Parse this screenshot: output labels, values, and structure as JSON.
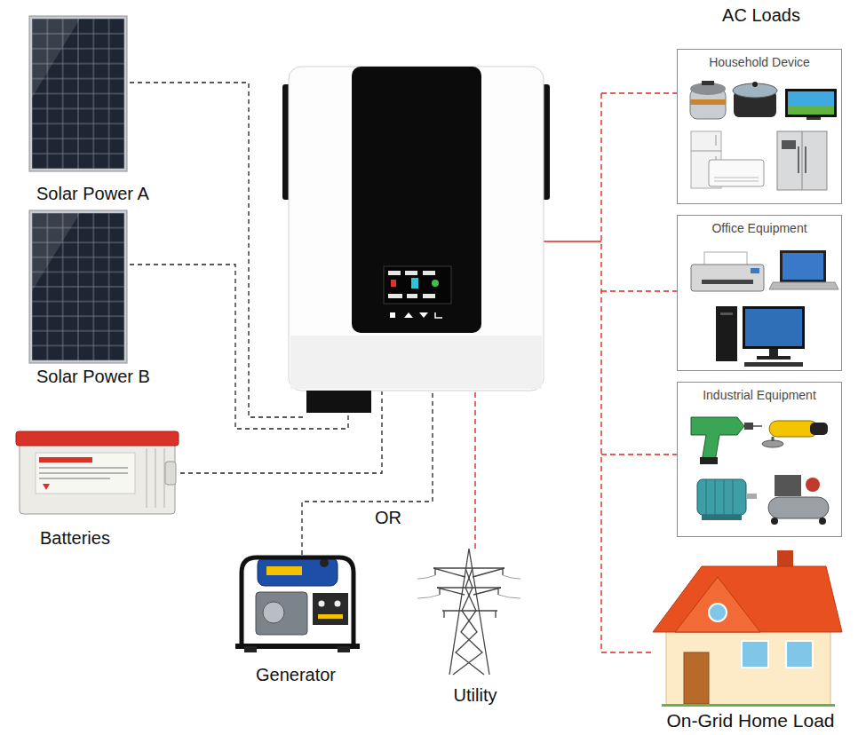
{
  "diagram": {
    "nodes": [
      {
        "text": [
          "Solar Power A"
        ]
      },
      {
        "text": [
          "Solar Power B"
        ]
      },
      {
        "text": [
          "Batteries"
        ]
      },
      {
        "text": [
          "Generator"
        ]
      },
      {
        "text": [
          "Utility"
        ]
      },
      {
        "text": [
          "Household Device"
        ]
      },
      {
        "text": [
          "Office Equipment"
        ]
      },
      {
        "text": [
          "Industrial Equipment"
        ]
      },
      {
        "text": [
          "On-Grid Home Load"
        ]
      }
    ],
    "labels": [
      "AC Loads",
      "OR"
    ]
  }
}
